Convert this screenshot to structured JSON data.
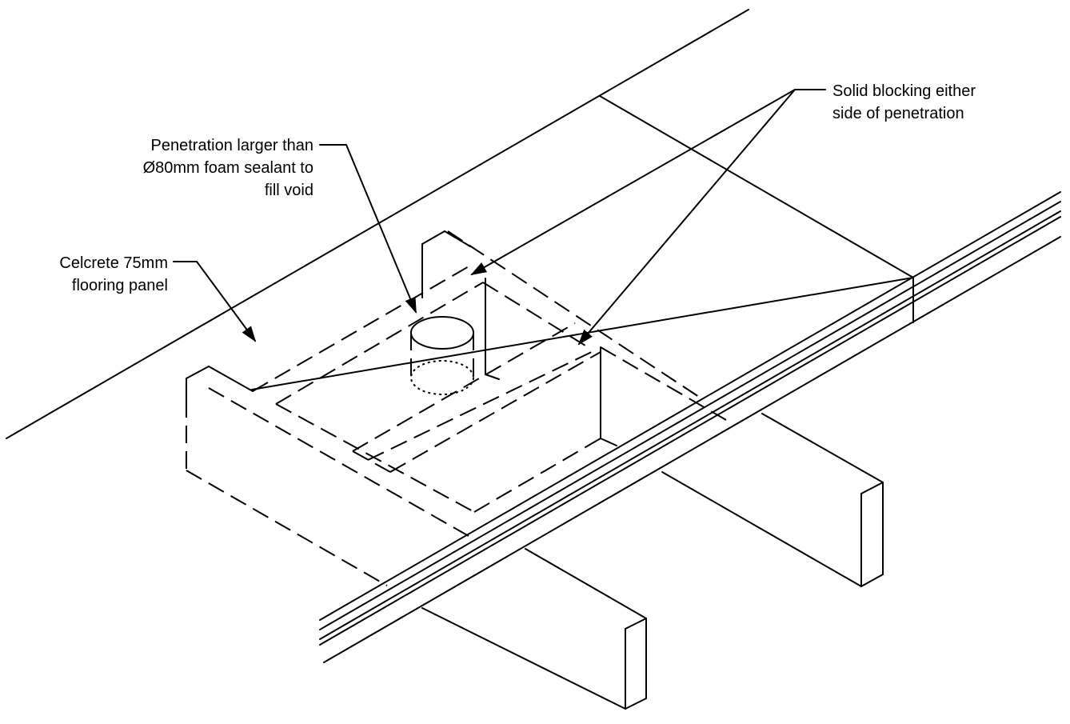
{
  "callouts": {
    "penetration": {
      "line1": "Penetration larger than",
      "line2": "Ø80mm foam sealant to",
      "line3": "fill void"
    },
    "blocking": {
      "line1": "Solid blocking either",
      "line2": "side of penetration"
    },
    "panel": {
      "line1": "Celcrete 75mm",
      "line2": "flooring panel"
    }
  }
}
